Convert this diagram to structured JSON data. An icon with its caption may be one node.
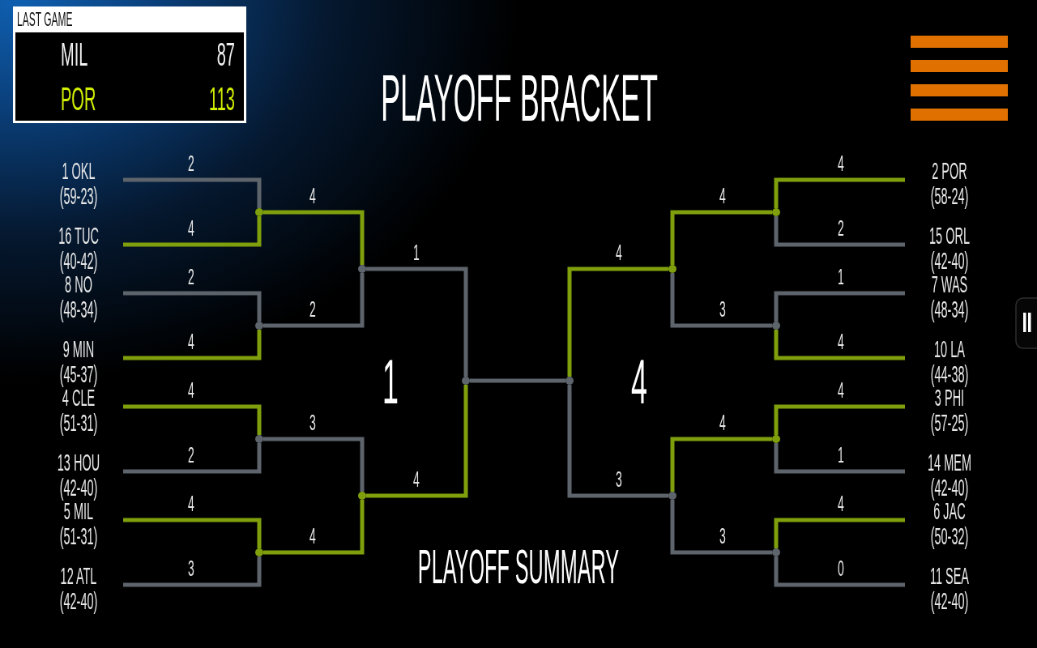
{
  "diagram": {
    "title": "PLAYOFF BRACKET",
    "nodes": [
      {
        "text": [
          "LAST GAME",
          "MIL",
          "87",
          "POR",
          "113"
        ]
      },
      {
        "text": [
          "1 OKL",
          "(59-23)"
        ]
      },
      {
        "text": [
          "16 TUC",
          "(40-42)"
        ]
      },
      {
        "text": [
          "8 NO",
          "(48-34)"
        ]
      },
      {
        "text": [
          "9 MIN",
          "(45-37)"
        ]
      },
      {
        "text": [
          "4 CLE",
          "(51-31)"
        ]
      },
      {
        "text": [
          "13 HOU",
          "(42-40)"
        ]
      },
      {
        "text": [
          "5 MIL",
          "(51-31)"
        ]
      },
      {
        "text": [
          "12 ATL",
          "(42-40)"
        ]
      },
      {
        "text": [
          "2 POR",
          "(58-24)"
        ]
      },
      {
        "text": [
          "15 ORL",
          "(42-40)"
        ]
      },
      {
        "text": [
          "7 WAS",
          "(48-34)"
        ]
      },
      {
        "text": [
          "10 LA",
          "(44-38)"
        ]
      },
      {
        "text": [
          "3 PHI",
          "(57-25)"
        ]
      },
      {
        "text": [
          "14 MEM",
          "(42-40)"
        ]
      },
      {
        "text": [
          "6 JAC",
          "(50-32)"
        ]
      },
      {
        "text": [
          "11 SEA",
          "(42-40)"
        ]
      },
      {
        "text": [],
        "shape": "dot"
      },
      {
        "text": [],
        "shape": "dot"
      },
      {
        "text": [],
        "shape": "dot"
      },
      {
        "text": [],
        "shape": "dot"
      },
      {
        "text": [],
        "shape": "dot"
      },
      {
        "text": [],
        "shape": "dot"
      },
      {
        "text": [],
        "shape": "dot",
        "beside": [
          "1"
        ]
      },
      {
        "text": [],
        "shape": "dot",
        "beside": [
          "4"
        ]
      },
      {
        "text": [],
        "shape": "dot"
      },
      {
        "text": [],
        "shape": "dot"
      },
      {
        "text": [],
        "shape": "dot"
      },
      {
        "text": [],
        "shape": "dot"
      },
      {
        "text": [],
        "shape": "dot"
      },
      {
        "text": [],
        "shape": "dot"
      }
    ],
    "edges": [
      {
        "from": 1,
        "to": 17,
        "arrow": "none",
        "label": "2"
      },
      {
        "from": 2,
        "to": 17,
        "arrow": "none",
        "label": "4",
        "color": "#7f9f0c"
      },
      {
        "from": 3,
        "to": 18,
        "arrow": "none",
        "label": "2"
      },
      {
        "from": 4,
        "to": 18,
        "arrow": "none",
        "label": "4",
        "color": "#7f9f0c"
      },
      {
        "from": 5,
        "to": 19,
        "arrow": "none",
        "label": "4",
        "color": "#7f9f0c"
      },
      {
        "from": 6,
        "to": 19,
        "arrow": "none",
        "label": "2"
      },
      {
        "from": 7,
        "to": 20,
        "arrow": "none",
        "label": "4",
        "color": "#7f9f0c"
      },
      {
        "from": 8,
        "to": 20,
        "arrow": "none",
        "label": "3"
      },
      {
        "from": 17,
        "to": 21,
        "arrow": "none",
        "label": "4",
        "color": "#7f9f0c"
      },
      {
        "from": 18,
        "to": 21,
        "arrow": "none",
        "label": "2"
      },
      {
        "from": 19,
        "to": 22,
        "arrow": "none",
        "label": "3"
      },
      {
        "from": 20,
        "to": 22,
        "arrow": "none",
        "label": "4",
        "color": "#7f9f0c"
      },
      {
        "from": 21,
        "to": 23,
        "arrow": "none",
        "label": "1"
      },
      {
        "from": 22,
        "to": 23,
        "arrow": "none",
        "label": "4",
        "color": "#7f9f0c"
      },
      {
        "from": 23,
        "to": 24,
        "arrow": "none"
      },
      {
        "from": 25,
        "to": 24,
        "arrow": "none",
        "label": "4",
        "color": "#7f9f0c"
      },
      {
        "from": 26,
        "to": 24,
        "arrow": "none",
        "label": "3"
      },
      {
        "from": 27,
        "to": 25,
        "arrow": "none",
        "label": "4",
        "color": "#7f9f0c"
      },
      {
        "from": 28,
        "to": 25,
        "arrow": "none",
        "label": "3"
      },
      {
        "from": 29,
        "to": 26,
        "arrow": "none",
        "label": "4",
        "color": "#7f9f0c"
      },
      {
        "from": 30,
        "to": 26,
        "arrow": "none",
        "label": "3"
      },
      {
        "from": 9,
        "to": 27,
        "arrow": "none",
        "label": "4",
        "color": "#7f9f0c"
      },
      {
        "from": 10,
        "to": 27,
        "arrow": "none",
        "label": "2"
      },
      {
        "from": 11,
        "to": 28,
        "arrow": "none",
        "label": "1"
      },
      {
        "from": 12,
        "to": 28,
        "arrow": "none",
        "label": "4",
        "color": "#7f9f0c"
      },
      {
        "from": 13,
        "to": 29,
        "arrow": "none",
        "label": "4",
        "color": "#7f9f0c"
      },
      {
        "from": 14,
        "to": 29,
        "arrow": "none",
        "label": "1"
      },
      {
        "from": 15,
        "to": 30,
        "arrow": "none",
        "label": "4",
        "color": "#7f9f0c"
      },
      {
        "from": 16,
        "to": 30,
        "arrow": "none",
        "label": "0"
      }
    ],
    "labels": [
      "PLAYOFF SUMMARY"
    ]
  }
}
